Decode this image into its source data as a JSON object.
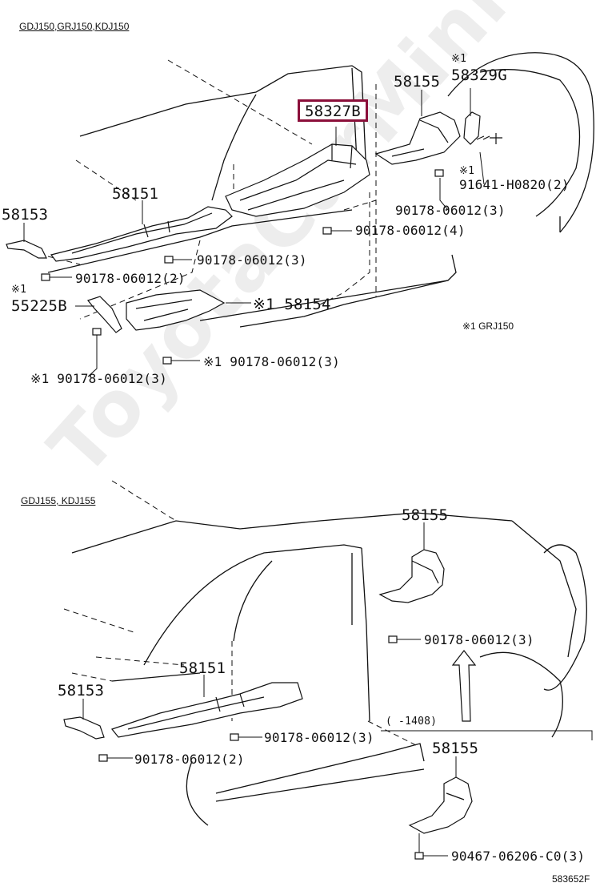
{
  "diagram": {
    "watermark": "ToyotaCarMinic.ru",
    "doc_code": "583652F",
    "top": {
      "header": "GDJ150,GRJ150,KDJ150",
      "footnote": "※1 GRJ150",
      "labels": {
        "p58327B": "58327B",
        "p58155": "58155",
        "p58329G_mark": "※1",
        "p58329G": "58329G",
        "p91641_mark": "※1",
        "p91641": "91641-H0820(2)",
        "p90178_a": "90178-06012(3)",
        "p90178_b": "90178-06012(4)",
        "p58151": "58151",
        "p58153": "58153",
        "p90178_c": "90178-06012(3)",
        "p90178_d": "90178-06012(2)",
        "p55225B_mark": "※1",
        "p55225B": "55225B",
        "p58154": "※1 58154",
        "p90178_e": "※1 90178-06012(3)",
        "p90178_f": "※1 90178-06012(3)"
      }
    },
    "bottom": {
      "header": "GDJ155, KDJ155",
      "labels": {
        "p58155": "58155",
        "p90178_a": "90178-06012(3)",
        "p58151": "58151",
        "p58153": "58153",
        "p90178_b": "90178-06012(3)",
        "p90178_c": "90178-06012(2)",
        "date_range": "(   -1408)",
        "p58155_b": "58155",
        "p90467": "90467-06206-C0(3)"
      }
    },
    "colors": {
      "highlight_border": "#8b0f3a",
      "line": "#111111"
    }
  }
}
